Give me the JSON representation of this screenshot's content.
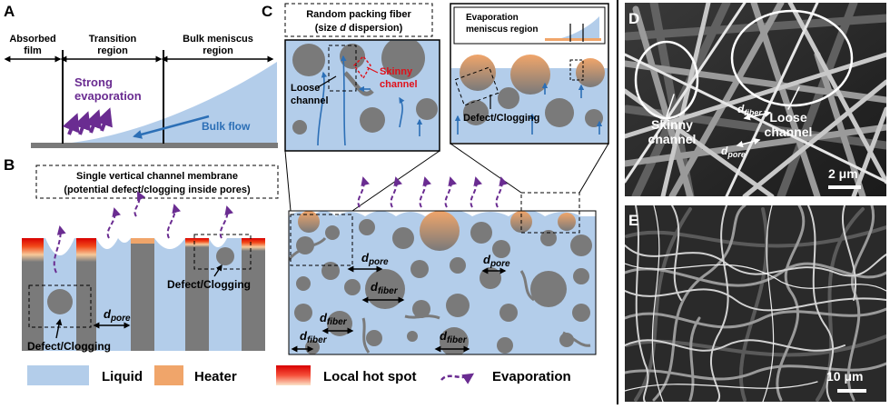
{
  "panels": {
    "a": "A",
    "b": "B",
    "c": "C",
    "d": "D",
    "e": "E"
  },
  "panel_a": {
    "absorbed_film_1": "Absorbed",
    "absorbed_film_2": "film",
    "transition_1": "Transition",
    "transition_2": "region",
    "bulk_meniscus_1": "Bulk meniscus",
    "bulk_meniscus_2": "region",
    "strong_evap_1": "Strong",
    "strong_evap_2": "evaporation",
    "bulk_flow": "Bulk flow"
  },
  "panel_b": {
    "box_line1": "Single vertical channel membrane",
    "box_line2": "(potential defect/clogging inside pores)",
    "defect_left": "Defect/Clogging",
    "defect_right": "Defect/Clogging",
    "d_pore_d": "d",
    "d_pore_sub": "pore"
  },
  "panel_c": {
    "random_1": "Random packing fiber",
    "random_2a": "(size ",
    "random_2b": "d",
    "random_2c": " dispersion)",
    "evap_box_1": "Evaporation",
    "evap_box_2": "meniscus region",
    "loose_1": "Loose",
    "loose_2": "channel",
    "skinny_1": "Skinny",
    "skinny_2": "channel",
    "defect": "Defect/Clogging",
    "d": "d",
    "pore": "pore",
    "fiber": "fiber"
  },
  "panel_d": {
    "skinny_1": "Skinny",
    "skinny_2": "channel",
    "loose_1": "Loose",
    "loose_2": "channel",
    "d": "d",
    "fiber": "fiber",
    "pore": "pore",
    "scale": "2 μm"
  },
  "panel_e": {
    "scale": "10 μm"
  },
  "legend": {
    "liquid": "Liquid",
    "heater": "Heater",
    "hot_spot": "Local hot spot",
    "evaporation": "Evaporation"
  },
  "colors": {
    "liquid": "#b3cdea",
    "heater": "#f0a56a",
    "fiber": "#7a7a7a",
    "evaporation": "#6a2c91",
    "flow": "#2c6fb6",
    "skinny": "#e0101a"
  }
}
